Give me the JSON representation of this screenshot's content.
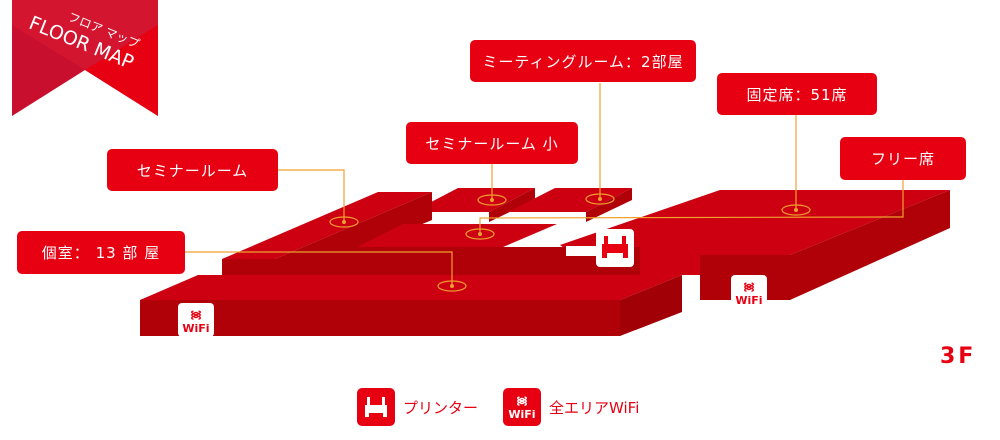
{
  "banner": {
    "title": "FLOOR MAP",
    "subtitle": "フロア マップ"
  },
  "labels": {
    "seminar": "セミナールーム",
    "seminar_small": "セミナールーム 小",
    "meeting": "ミーティングルーム：2部屋",
    "fixed": "固定席：51席",
    "free": "フリー席",
    "private": "個室： 13 部 屋"
  },
  "floor": "3F",
  "wifi_text": "WiFi",
  "legend": {
    "printer": "プリンター",
    "wifi": "全エリアWiFi"
  },
  "colors": {
    "red": "#e60012",
    "top": "#cc0011",
    "side": "#b00008",
    "line": "#f0a030"
  }
}
